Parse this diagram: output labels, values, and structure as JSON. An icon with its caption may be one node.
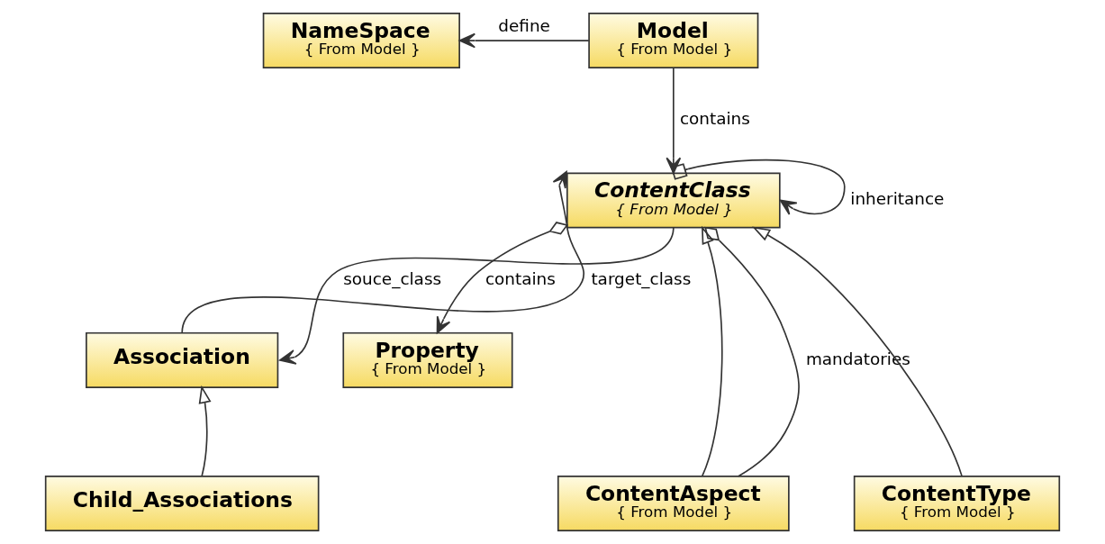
{
  "diagram": {
    "nodes": [
      {
        "text": [
          "NameSpace",
          "{ From Model }"
        ]
      },
      {
        "text": [
          "Model",
          "{ From Model }"
        ]
      },
      {
        "text": [
          "ContentClass",
          "{ From Model }"
        ]
      },
      {
        "text": [
          "Association"
        ]
      },
      {
        "text": [
          "Property",
          "{ From Model }"
        ]
      },
      {
        "text": [
          "Child_Associations"
        ]
      },
      {
        "text": [
          "ContentAspect",
          "{ From Model }"
        ]
      },
      {
        "text": [
          "ContentType",
          "{ From Model }"
        ]
      }
    ],
    "edges": [
      {
        "from": 1,
        "to": 0,
        "arrow": "to",
        "label": "define"
      },
      {
        "from": 1,
        "to": 2,
        "arrow": "to",
        "label": "contains"
      },
      {
        "from": 3,
        "to": 2,
        "arrow": "to",
        "label": "target_class"
      },
      {
        "from": 2,
        "to": 2,
        "arrow": "to",
        "label": "inheritance"
      },
      {
        "from": 2,
        "to": 4,
        "arrow": "to",
        "label": "contains"
      },
      {
        "from": 2,
        "to": 3,
        "arrow": "to",
        "label": "souce_class"
      },
      {
        "from": 6,
        "to": 2,
        "arrow": "other",
        "label": "mandatories"
      },
      {
        "from": 5,
        "to": 3,
        "arrow": "to"
      },
      {
        "from": 6,
        "to": 2,
        "arrow": "to"
      },
      {
        "from": 7,
        "to": 2,
        "arrow": "to"
      }
    ]
  }
}
